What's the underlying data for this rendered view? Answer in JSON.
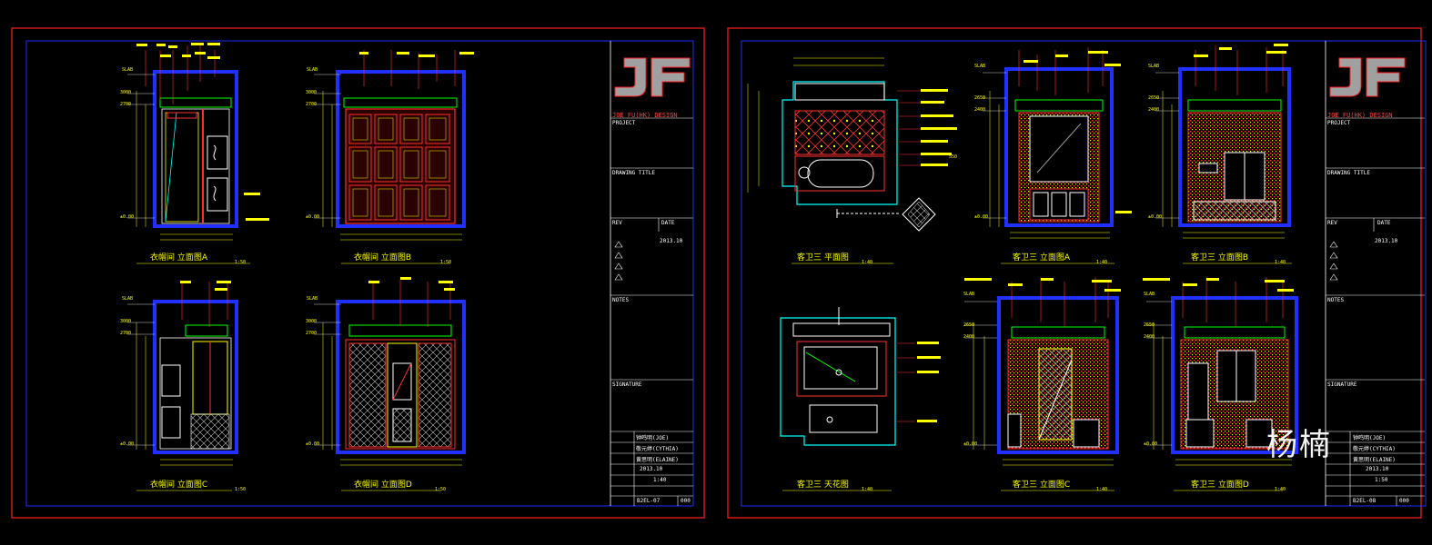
{
  "colors": {
    "red": "#ff2020",
    "blue": "#2030ff",
    "yellow": "#ffff00",
    "green": "#00ff00",
    "cyan": "#00ffff",
    "white": "#ffffff",
    "grey": "#9a9a9a"
  },
  "logo": {
    "text": "JF",
    "company": "JOE FU(HK) DESIGN"
  },
  "left": {
    "views": [
      {
        "title": "衣帽间 立面图A",
        "scale": "1:50"
      },
      {
        "title": "衣帽间 立面图B",
        "scale": "1:50"
      },
      {
        "title": "衣帽间 立面图C",
        "scale": "1:50"
      },
      {
        "title": "衣帽间 立面图D",
        "scale": "1:50"
      }
    ],
    "slab": "SLAB",
    "levels": [
      "3000",
      "2700",
      "±0.00"
    ],
    "titleblock": {
      "project_label": "PROJECT",
      "drawing_title_label": "DRAWING TITLE",
      "rev_label": "REV",
      "date_label": "DATE",
      "notes_label": "NOTES",
      "signature_label": "SIGNATURE",
      "date": "2013.10",
      "rev_date": "2013.10",
      "people": [
        "钟鸣明(JOE)",
        "敬元婷(CYTHIA)",
        "黄思明(ELAINE)"
      ],
      "drawn_date": "2013.10",
      "scale": "1:40",
      "sheet_no": "B2EL-07",
      "sheet_count": "000"
    }
  },
  "right": {
    "views": [
      {
        "title": "客卫三 平面图",
        "scale": "1:40"
      },
      {
        "title": "客卫三 立面图A",
        "scale": "1:40"
      },
      {
        "title": "客卫三 立面图B",
        "scale": "1:40"
      },
      {
        "title": "客卫三 天花图",
        "scale": "1:40"
      },
      {
        "title": "客卫三 立面图C",
        "scale": "1:40"
      },
      {
        "title": "客卫三 立面图D",
        "scale": "1:40"
      }
    ],
    "slab": "SLAB",
    "levels": [
      "2650",
      "2400",
      "±0.00"
    ],
    "marker": "550",
    "titleblock": {
      "project_label": "PROJECT",
      "drawing_title_label": "DRAWING TITLE",
      "rev_label": "REV",
      "date_label": "DATE",
      "notes_label": "NOTES",
      "signature_label": "SIGNATURE",
      "rev_date": "2013.10",
      "people": [
        "钟鸣明(JOE)",
        "敬元婷(CYTHIA)",
        "黄思明(ELAINE)"
      ],
      "drawn_date": "2013.10",
      "scale": "1:50",
      "sheet_no": "B2EL-08",
      "sheet_count": "000"
    }
  },
  "watermark": "杨楠"
}
